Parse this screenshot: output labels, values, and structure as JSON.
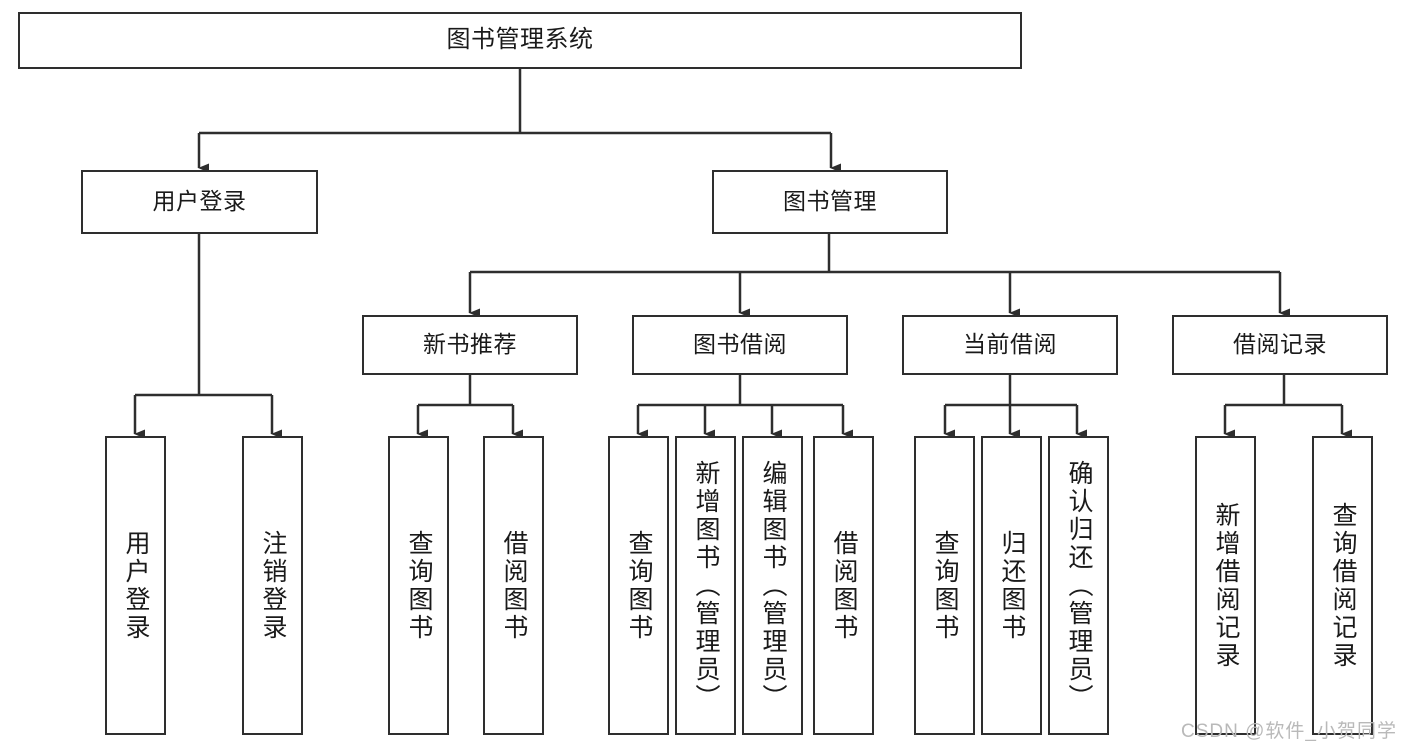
{
  "diagram": {
    "title": "图书管理系统",
    "type": "tree-hierarchy",
    "orientation": "top-down",
    "root": {
      "id": "root",
      "label": "图书管理系统"
    },
    "level2": [
      {
        "id": "user-login",
        "label": "用户登录"
      },
      {
        "id": "book-manage",
        "label": "图书管理"
      }
    ],
    "level3": [
      {
        "id": "new-book-rec",
        "label": "新书推荐",
        "parent": "book-manage"
      },
      {
        "id": "book-borrow",
        "label": "图书借阅",
        "parent": "book-manage"
      },
      {
        "id": "current-borrow",
        "label": "当前借阅",
        "parent": "book-manage"
      },
      {
        "id": "borrow-record",
        "label": "借阅记录",
        "parent": "book-manage"
      }
    ],
    "leaves": {
      "user-login": [
        {
          "id": "leaf-user-login",
          "label": "用户登录"
        },
        {
          "id": "leaf-user-logout",
          "label": "注销登录"
        }
      ],
      "new-book-rec": [
        {
          "id": "leaf-query-book-1",
          "label": "查询图书"
        },
        {
          "id": "leaf-borrow-book-1",
          "label": "借阅图书"
        }
      ],
      "book-borrow": [
        {
          "id": "leaf-query-book-2",
          "label": "查询图书"
        },
        {
          "id": "leaf-add-book",
          "label": "新增图书（管理员）"
        },
        {
          "id": "leaf-edit-book",
          "label": "编辑图书（管理员）"
        },
        {
          "id": "leaf-borrow-book-2",
          "label": "借阅图书"
        }
      ],
      "current-borrow": [
        {
          "id": "leaf-query-book-3",
          "label": "查询图书"
        },
        {
          "id": "leaf-return-book",
          "label": "归还图书"
        },
        {
          "id": "leaf-confirm-return",
          "label": "确认归还（管理员）"
        }
      ],
      "borrow-record": [
        {
          "id": "leaf-add-record",
          "label": "新增借阅记录"
        },
        {
          "id": "leaf-query-record",
          "label": "查询借阅记录"
        }
      ]
    }
  },
  "watermark": {
    "text": "CSDN @软件_小贺同学"
  },
  "colors": {
    "stroke": "#2e2e2e",
    "fill": "#ffffff",
    "text": "#1a1a1a",
    "watermark": "#b9b9b9"
  }
}
